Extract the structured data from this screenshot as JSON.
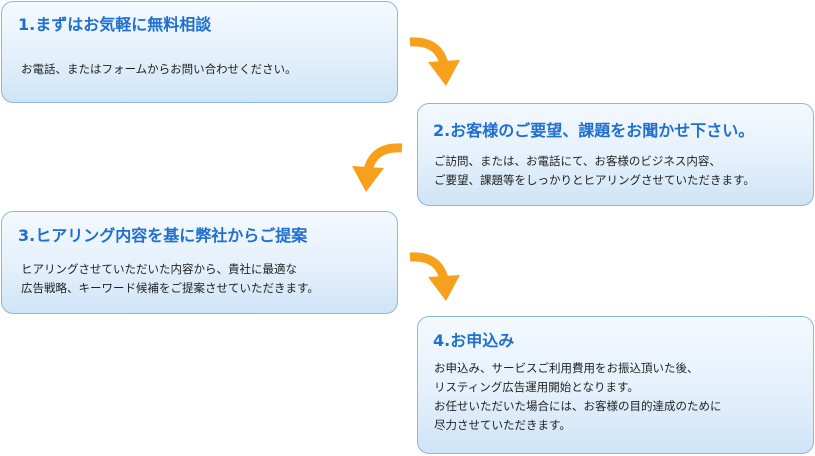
{
  "steps": [
    {
      "title": "1.まずはお気軽に無料相談",
      "lines": [
        "お電話、またはフォームからお問い合わせください。"
      ]
    },
    {
      "title": "2.お客様のご要望、課題をお聞かせ下さい。",
      "lines": [
        "ご訪問、または、お電話にて、お客様のビジネス内容、",
        "ご要望、課題等をしっかりとヒアリングさせていただきます。"
      ]
    },
    {
      "title": "3.ヒアリング内容を基に弊社からご提案",
      "lines": [
        "ヒアリングさせていただいた内容から、貴社に最適な",
        "広告戦略、キーワード候補をご提案させていただきます。"
      ]
    },
    {
      "title": "4.お申込み",
      "lines": [
        "お申込み、サービスご利用費用をお振込頂いた後、",
        "リスティング広告運用開始となります。",
        "お任せいただいた場合には、お客様の目的達成のために",
        "尽力させていただきます。"
      ]
    }
  ],
  "arrows": [
    {
      "direction": "curve-down-right",
      "icon": "curved-arrow-icon"
    },
    {
      "direction": "curve-down-left",
      "icon": "curved-arrow-icon"
    },
    {
      "direction": "curve-down-right",
      "icon": "curved-arrow-icon"
    }
  ],
  "colors": {
    "title": "#1f6fd0",
    "body_text": "#222222",
    "box_border": "#8fb8d8",
    "box_top": "#f4f9fe",
    "box_bottom": "#cfe4f7",
    "arrow": "#f7a01c"
  }
}
